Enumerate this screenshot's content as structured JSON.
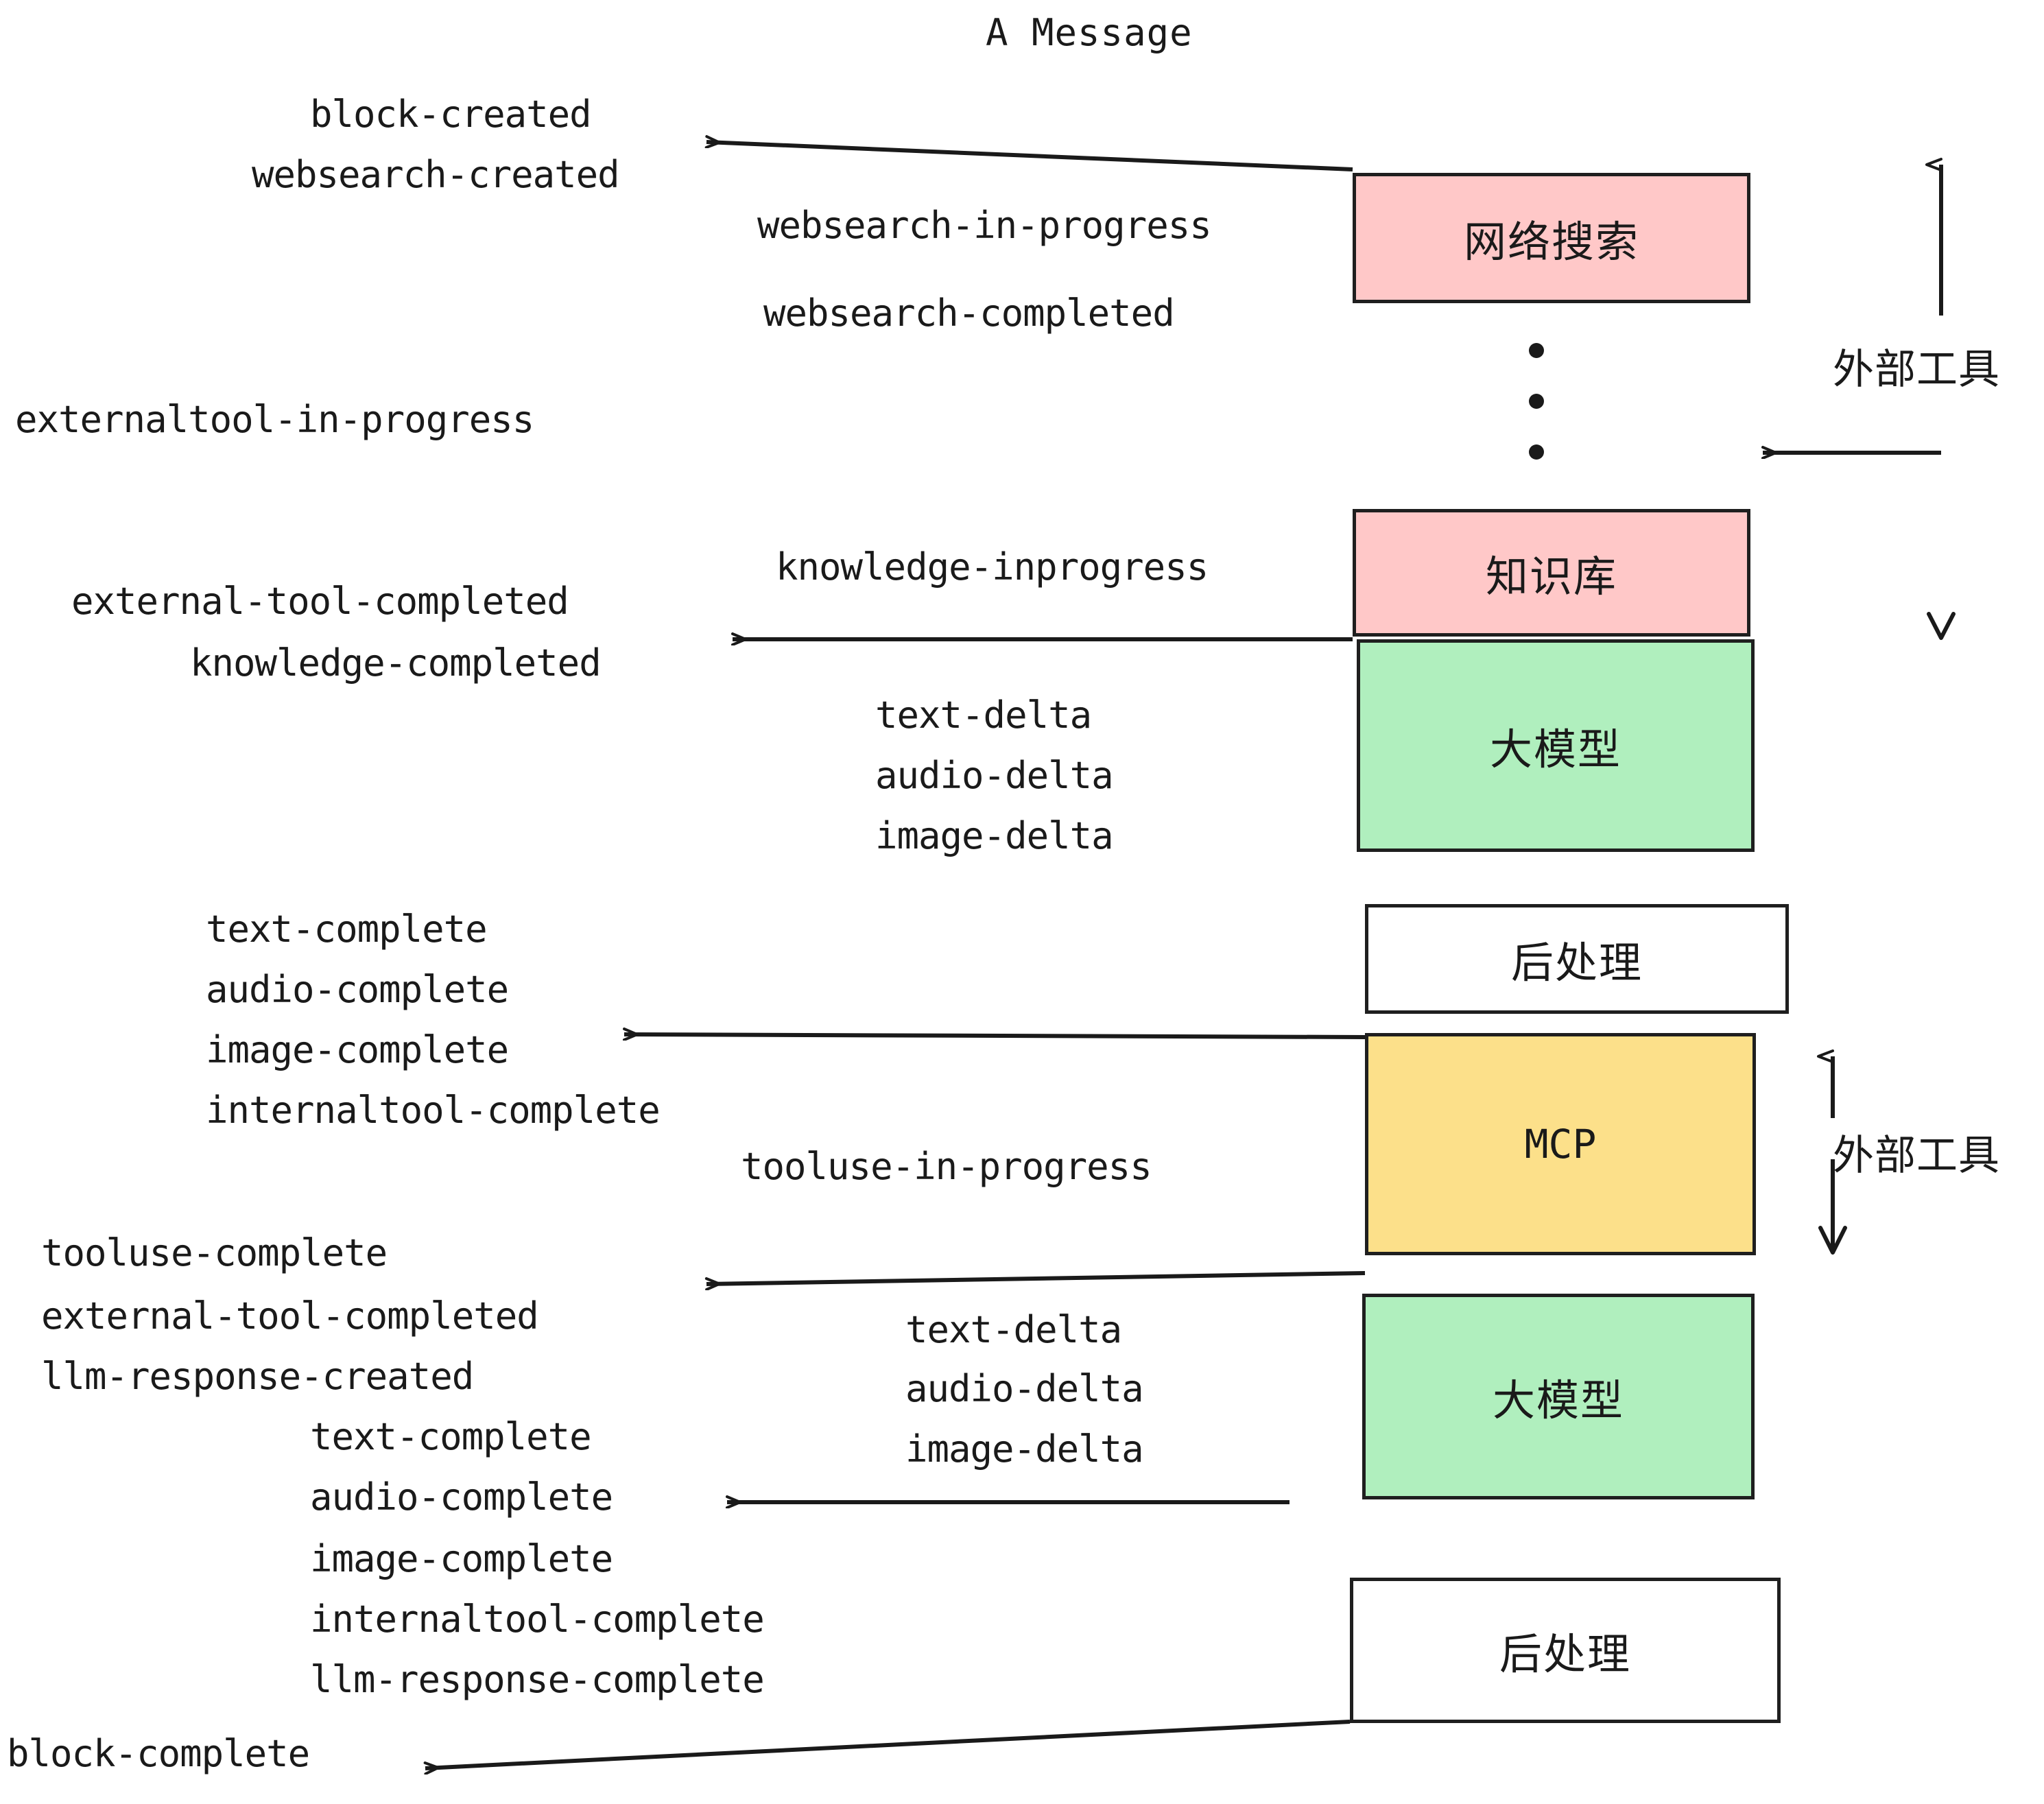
{
  "title": "A Message",
  "colors": {
    "pink": "#FFC8C8",
    "green": "#B0EFBE",
    "yellow": "#FCE08A",
    "white": "#FFFFFF",
    "stroke": "#1F1F1F",
    "text": "#1A1A1A"
  },
  "nodes": [
    {
      "id": "websearch",
      "label": "网络搜索",
      "fill": "#FFC8C8"
    },
    {
      "id": "knowledgebase",
      "label": "知识库",
      "fill": "#FFC8C8"
    },
    {
      "id": "llm-1",
      "label": "大模型",
      "fill": "#B0EFBE"
    },
    {
      "id": "postprocess-1",
      "label": "后处理",
      "fill": "#FFFFFF"
    },
    {
      "id": "mcp",
      "label": "MCP",
      "fill": "#FCE08A"
    },
    {
      "id": "llm-2",
      "label": "大模型",
      "fill": "#B0EFBE"
    },
    {
      "id": "postprocess-2",
      "label": "后处理",
      "fill": "#FFFFFF"
    }
  ],
  "group_labels": [
    {
      "id": "external-tools-top",
      "label": "外部工具"
    },
    {
      "id": "external-tools-bottom",
      "label": "外部工具"
    }
  ],
  "events": {
    "block_created": "block-created",
    "websearch_created": "websearch-created",
    "websearch_in_progress": "websearch-in-progress",
    "websearch_completed": "websearch-completed",
    "externaltool_in_progress": "externaltool-in-progress",
    "knowledge_inprogress": "knowledge-inprogress",
    "external_tool_completed_1": "external-tool-completed",
    "knowledge_completed": "knowledge-completed",
    "text_delta_1": "text-delta",
    "audio_delta_1": "audio-delta",
    "image_delta_1": "image-delta",
    "text_complete_1": "text-complete",
    "audio_complete_1": "audio-complete",
    "image_complete_1": "image-complete",
    "internaltool_complete_1": "internaltool-complete",
    "tooluse_in_progress": "tooluse-in-progress",
    "tooluse_complete": "tooluse-complete",
    "external_tool_completed_2": "external-tool-completed",
    "llm_response_created": "llm-response-created",
    "text_delta_2": "text-delta",
    "audio_delta_2": "audio-delta",
    "image_delta_2": "image-delta",
    "text_complete_2": "text-complete",
    "audio_complete_2": "audio-complete",
    "image_complete_2": "image-complete",
    "internaltool_complete_2": "internaltool-complete",
    "llm_response_complete": "llm-response-complete",
    "block_complete": "block-complete"
  }
}
